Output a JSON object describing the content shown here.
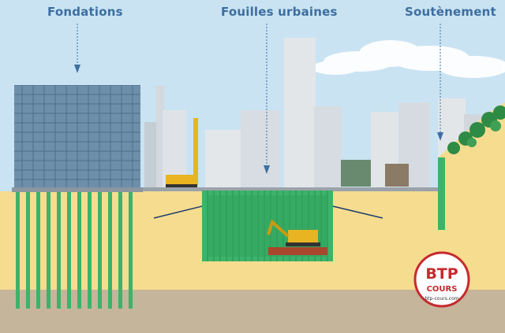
{
  "labels": {
    "fondations": "Fondations",
    "fouilles": "Fouilles urbaines",
    "soutenement": "Soutènement"
  },
  "logo": {
    "title": "BTP",
    "subtitle": "COURS",
    "url": "btp-cours.com"
  },
  "colors": {
    "sky": "#c9e3f2",
    "soil": "#f6dc8f",
    "bedrock": "#c5b59a",
    "pile_green": "#3cb36a",
    "label_blue": "#3d6ea0",
    "logo_red": "#c62a2e"
  }
}
